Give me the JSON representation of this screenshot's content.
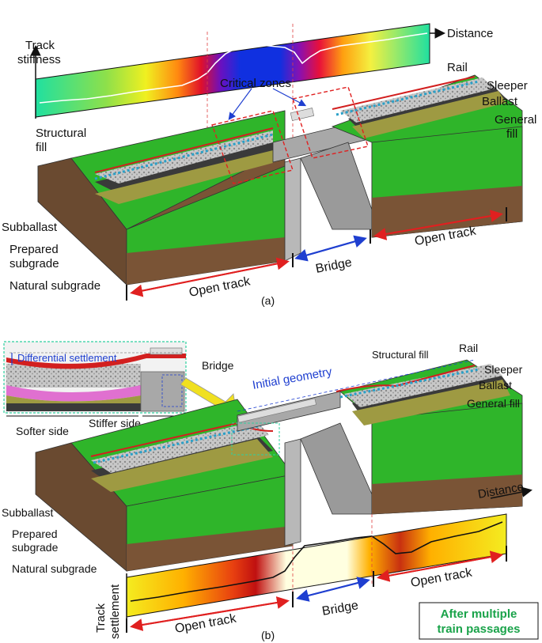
{
  "panel_a": {
    "stiffness_axis_label_1": "Track",
    "stiffness_axis_label_2": "stiffness",
    "distance_label": "Distance",
    "critical_zones": "Critical zones",
    "rail": "Rail",
    "sleeper": "Sleeper",
    "ballast": "Ballast",
    "general_fill_1": "General",
    "general_fill_2": "fill",
    "structural_fill_1": "Structural",
    "structural_fill_2": "fill",
    "subballast": "Subballast",
    "prepared_subgrade_1": "Prepared",
    "prepared_subgrade_2": "subgrade",
    "natural_subgrade": "Natural subgrade",
    "open_track_left": "Open track",
    "bridge": "Bridge",
    "open_track_right": "Open track",
    "caption": "(a)"
  },
  "panel_b": {
    "differential_settlement": "Differential settlement",
    "bridge_inset": "Bridge",
    "softer_side": "Softer side",
    "stiffer_side": "Stiffer side",
    "initial_geometry": "Initial geometry",
    "structural_fill": "Structural fill",
    "rail": "Rail",
    "sleeper": "Sleeper",
    "ballast": "Ballast",
    "general_fill": "General fill",
    "distance_label": "Distance",
    "subballast": "Subballast",
    "prepared_subgrade_1": "Prepared",
    "prepared_subgrade_2": "subgrade",
    "natural_subgrade": "Natural subgrade",
    "settlement_axis_1": "Track",
    "settlement_axis_2": "settlement",
    "open_track_left": "Open track",
    "bridge": "Bridge",
    "open_track_right": "Open track",
    "after_passages_1": "After multiple",
    "after_passages_2": "train passages",
    "caption": "(b)"
  },
  "colors": {
    "grass": "#2fb52a",
    "soil": "#7a5436",
    "rail": "#d21f1f",
    "sleeper": "#2aa0c8",
    "ballast": "#bfbfbf",
    "concrete": "#a8a8a8",
    "arrow_red": "#e02020",
    "arrow_blue": "#1f3fd0"
  }
}
